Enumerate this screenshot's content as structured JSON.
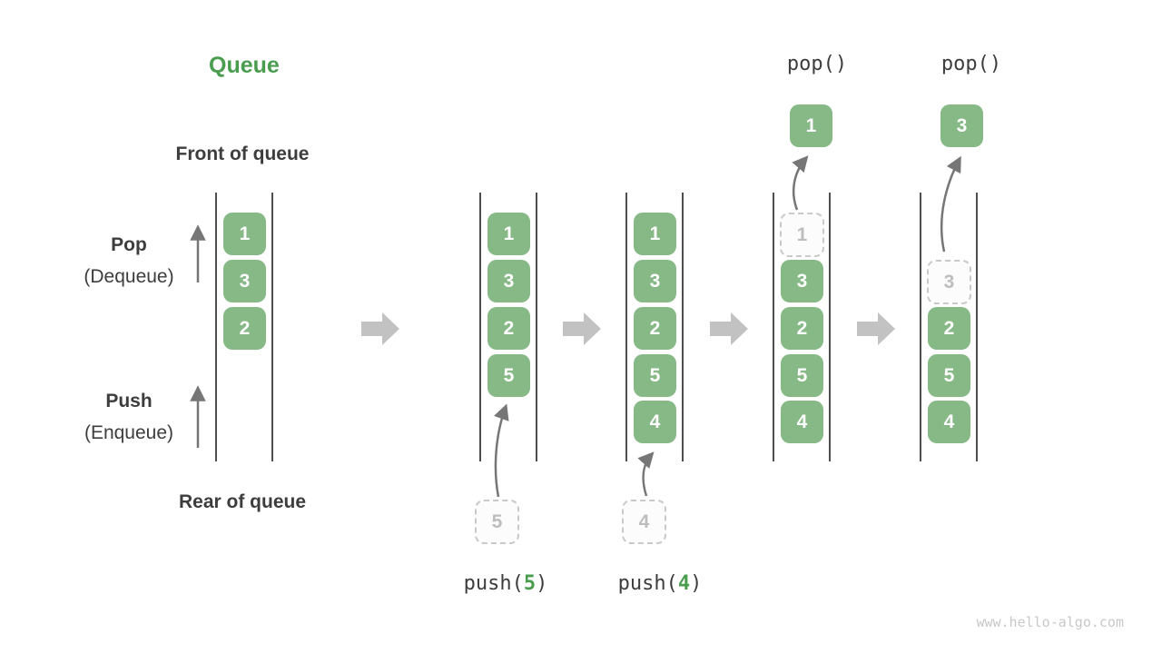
{
  "title": "Queue",
  "watermark": "www.hello-algo.com",
  "labels": {
    "front": "Front of queue",
    "rear": "Rear of queue",
    "pop": "Pop",
    "pop_sub": "(Dequeue)",
    "push": "Push",
    "push_sub": "(Enqueue)"
  },
  "ops": {
    "pop_call_1": "pop()",
    "pop_call_2": "pop()",
    "push_fn": "push(",
    "push_close": ")",
    "push_arg_q2": "5",
    "push_arg_q3": "4"
  },
  "queues": [
    {
      "cells": [
        "1",
        "3",
        "2"
      ]
    },
    {
      "cells": [
        "1",
        "3",
        "2",
        "5"
      ],
      "incoming": "5"
    },
    {
      "cells": [
        "1",
        "3",
        "2",
        "5",
        "4"
      ],
      "incoming": "4"
    },
    {
      "ghost": "1",
      "cells": [
        "3",
        "2",
        "5",
        "4"
      ],
      "popped": "1"
    },
    {
      "ghost": "3",
      "cells": [
        "2",
        "5",
        "4"
      ],
      "popped": "3"
    }
  ],
  "colors": {
    "box_green": "#87b987",
    "accent_green": "#4a9d4f",
    "text_dark": "#3d3d3d",
    "thin_arrow_gray": "#767676",
    "block_arrow_gray": "#c2c2c2",
    "ghost_border": "#c9c9c9",
    "ghost_text": "#bdbdbd",
    "watermark_gray": "#c8c8c8"
  }
}
